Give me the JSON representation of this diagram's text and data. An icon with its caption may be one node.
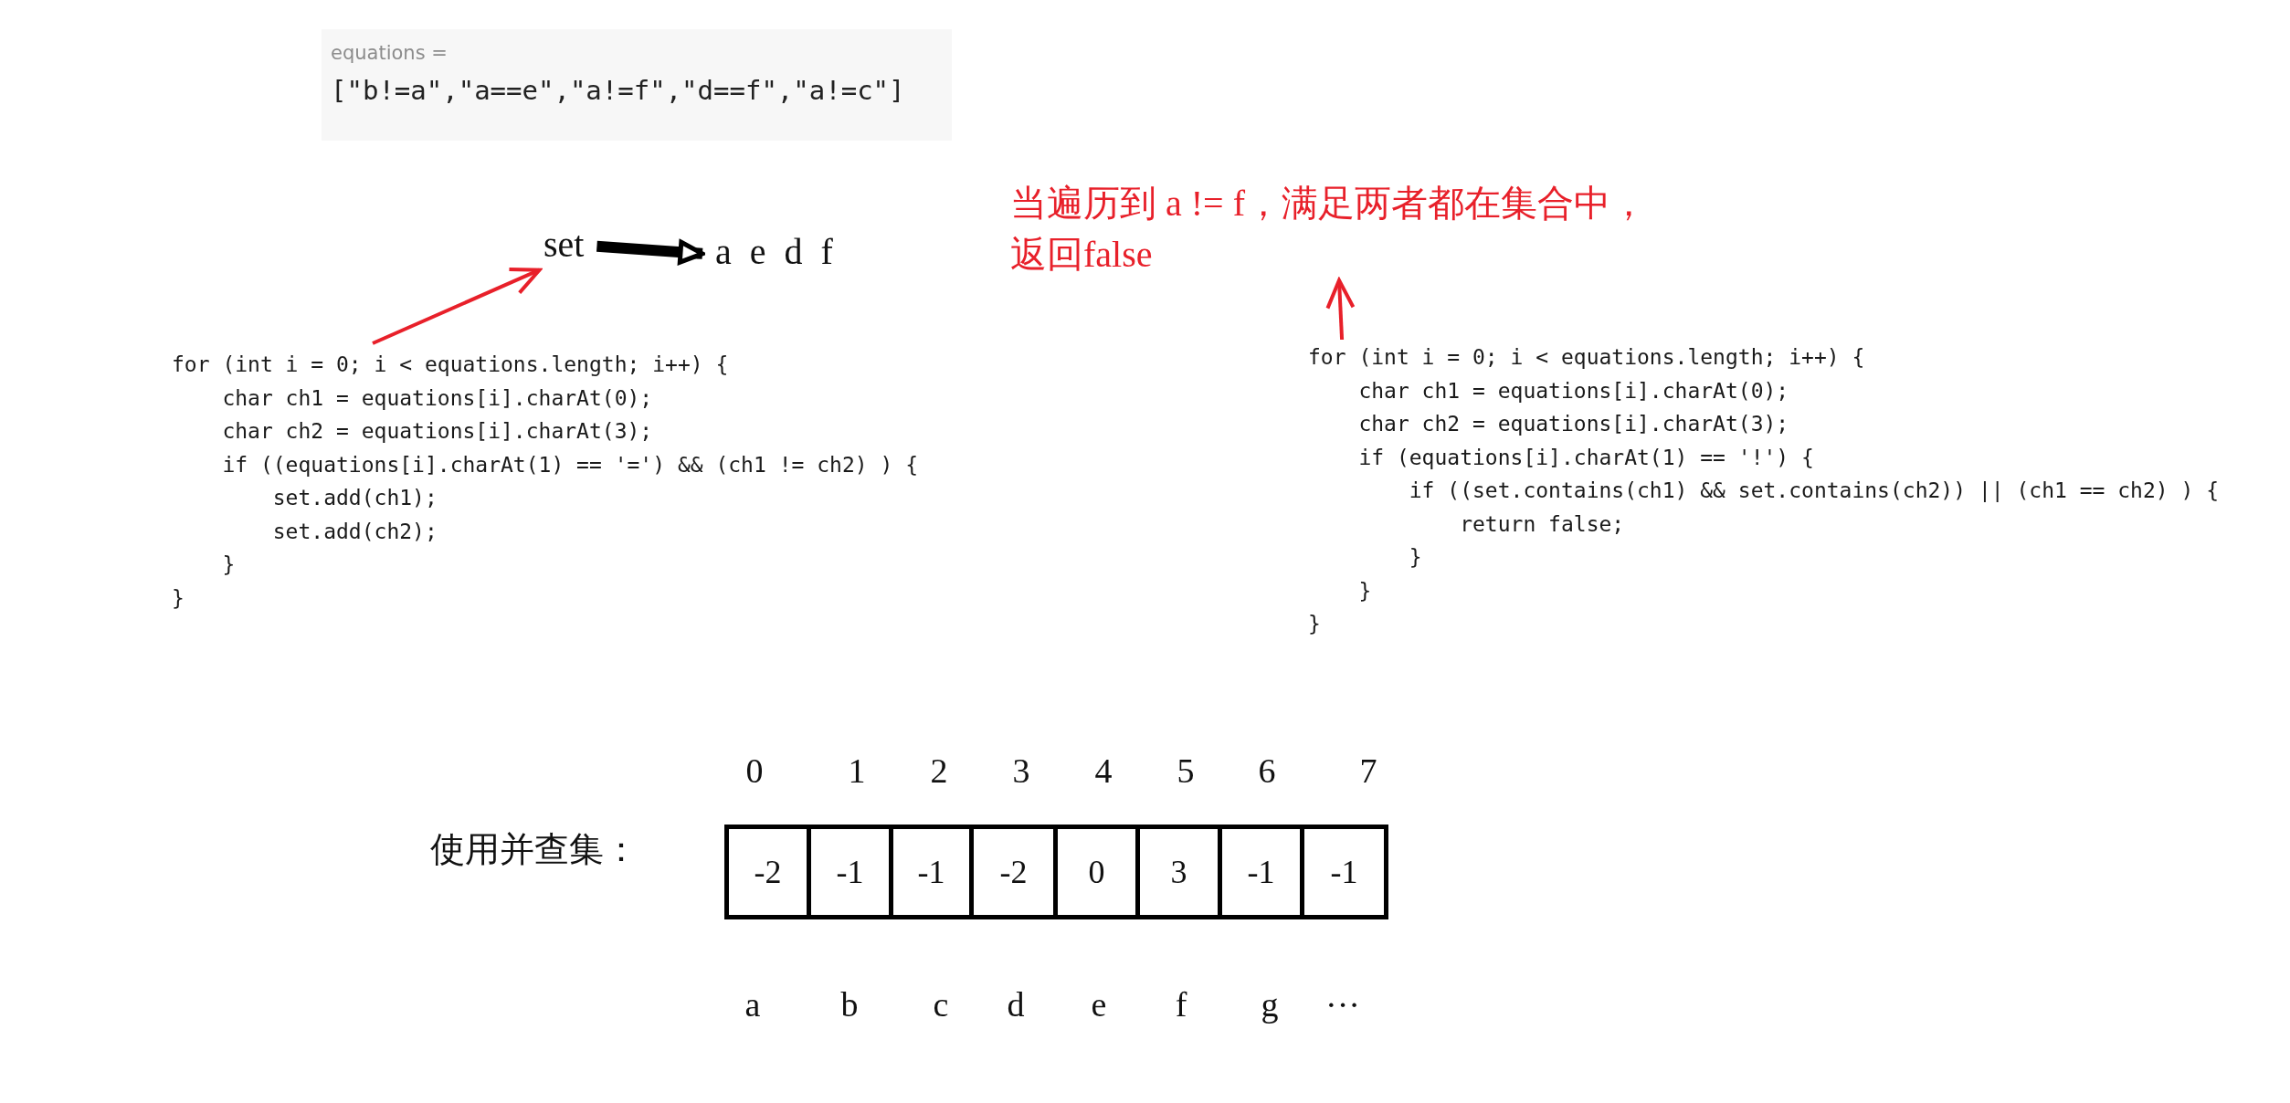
{
  "diagram": {
    "nodes": [
      {
        "text": [
          "equations =",
          "[\"b!=a\",\"a==e\",\"a!=f\",\"d==f\",\"a!=c\"]"
        ]
      },
      {
        "text": [
          "set"
        ]
      },
      {
        "text": [
          "a e d f"
        ]
      },
      {
        "text": [
          "for (int i = 0; i < equations.length; i++) {",
          "    char ch1 = equations[i].charAt(0);",
          "    char ch2 = equations[i].charAt(3);",
          "    if ((equations[i].charAt(1) == '=') && (ch1 != ch2) ) {",
          "        set.add(ch1);",
          "        set.add(ch2);",
          "    }",
          "}"
        ]
      },
      {
        "text": [
          "for (int i = 0; i < equations.length; i++) {",
          "    char ch1 = equations[i].charAt(0);",
          "    char ch2 = equations[i].charAt(3);",
          "    if (equations[i].charAt(1) == '!') {",
          "        if ((set.contains(ch1) && set.contains(ch2)) || (ch1 == ch2) ) {",
          "            return false;",
          "        }",
          "    }",
          "}"
        ]
      },
      {
        "text": [
          "当遍历到 a != f，满足两者都在集合中，返回false"
        ]
      },
      {
        "text": [
          "-2"
        ]
      },
      {
        "text": [
          "-1"
        ]
      },
      {
        "text": [
          "-1"
        ]
      },
      {
        "text": [
          "-2"
        ]
      },
      {
        "text": [
          "0"
        ]
      },
      {
        "text": [
          "3"
        ]
      },
      {
        "text": [
          "-1"
        ]
      },
      {
        "text": [
          "-1"
        ]
      }
    ],
    "edges": [
      {
        "from": 3,
        "to": 1,
        "arrow": "to",
        "color": "#e8202a"
      },
      {
        "from": 1,
        "to": 2,
        "arrow": "to",
        "style": "thick",
        "color": "#000000"
      },
      {
        "from": 4,
        "to": 5,
        "arrow": "to",
        "color": "#e8202a"
      }
    ],
    "labels": [
      "0",
      "1",
      "2",
      "3",
      "4",
      "5",
      "6",
      "7",
      "使用并查集：",
      "a",
      "b",
      "c",
      "d",
      "e",
      "f",
      "g",
      "···"
    ]
  }
}
